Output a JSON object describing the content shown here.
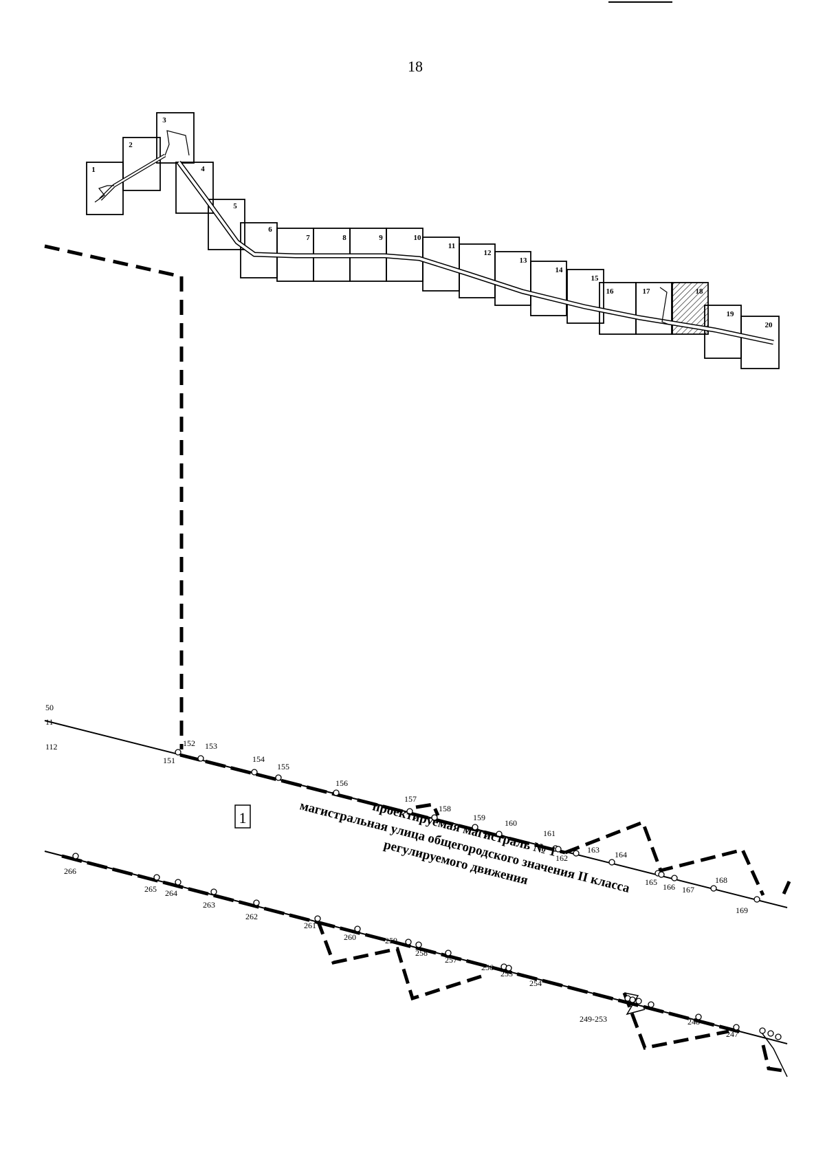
{
  "page": {
    "number": "18"
  },
  "key_map": {
    "sheets": [
      "1",
      "2",
      "3",
      "4",
      "5",
      "6",
      "7",
      "8",
      "9",
      "10",
      "11",
      "12",
      "13",
      "14",
      "15",
      "16",
      "17",
      "18",
      "19",
      "20"
    ],
    "highlighted_sheet": "18"
  },
  "plan": {
    "section_number": "1",
    "caption_lines": [
      "проектируемая магистраль № 1",
      "магистральная улица общегородского значения II класса",
      "регулируемого движения"
    ],
    "upper_line_labels": [
      "50",
      "11",
      "112",
      "151",
      "152",
      "153",
      "154",
      "155",
      "156",
      "157",
      "158",
      "159",
      "160",
      "161",
      "162",
      "163",
      "164",
      "165",
      "166",
      "167",
      "168",
      "169"
    ],
    "lower_line_labels": [
      "266",
      "265",
      "264",
      "263",
      "262",
      "261",
      "260",
      "259",
      "258",
      "257",
      "256",
      "255",
      "254",
      "249-253",
      "248",
      "247"
    ]
  }
}
